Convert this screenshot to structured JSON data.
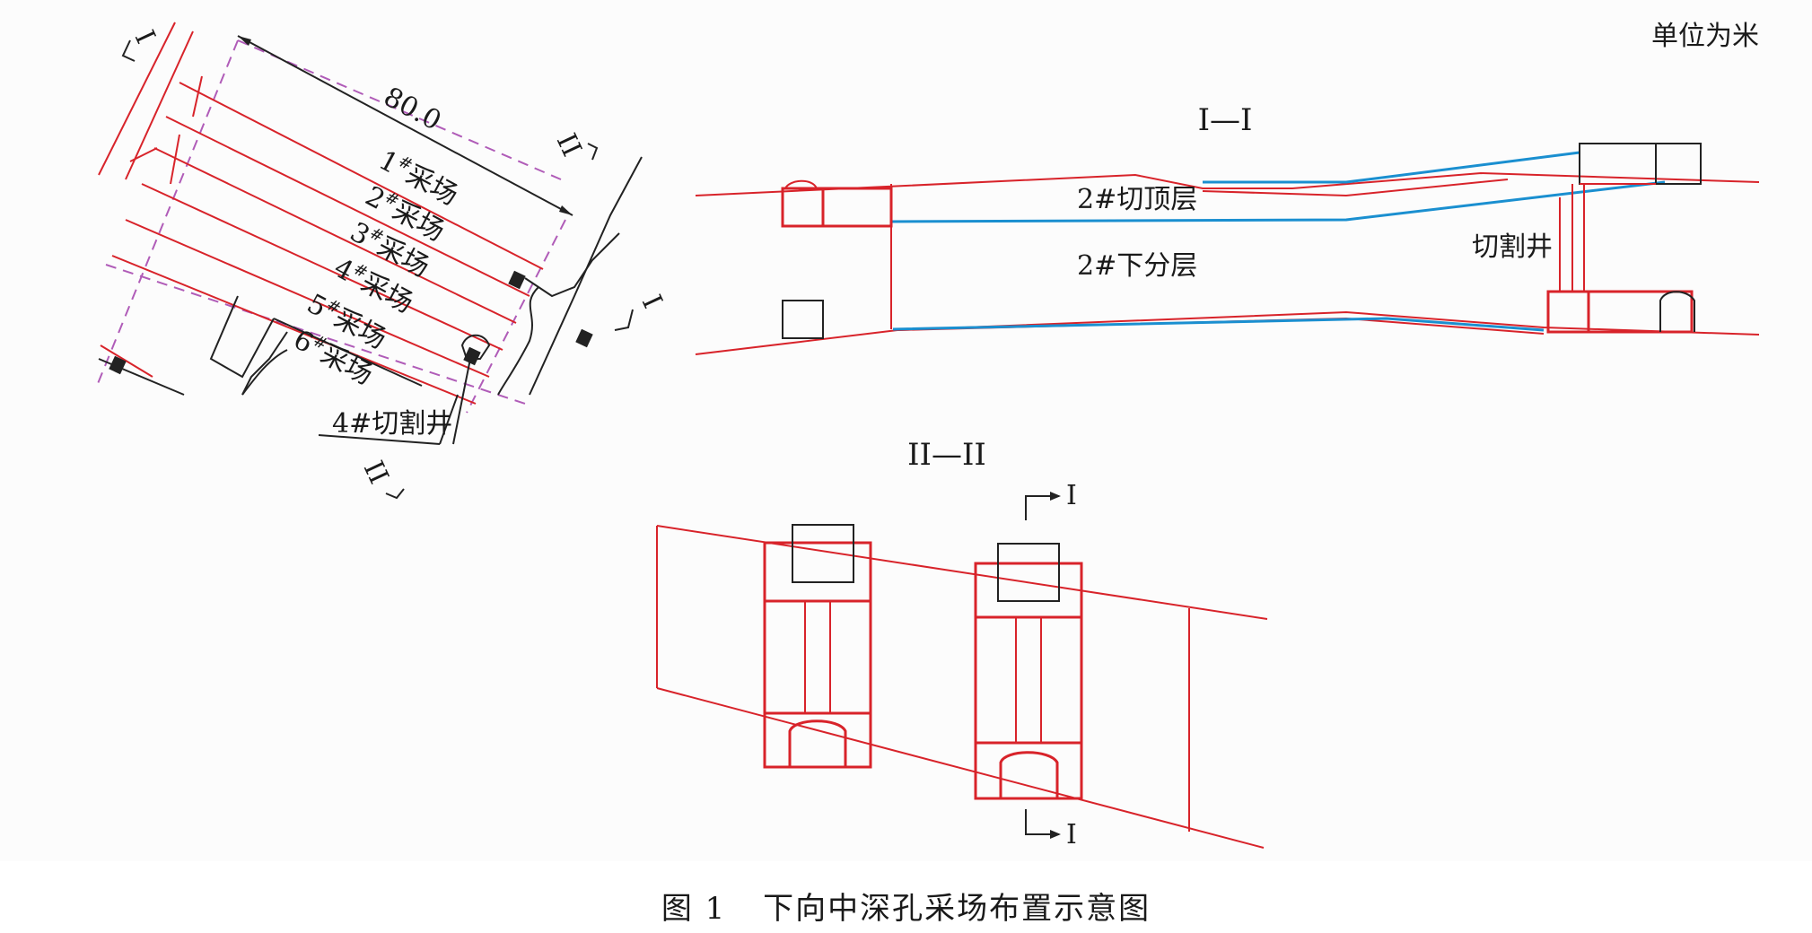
{
  "figure": {
    "unit_note": "单位为米",
    "plan": {
      "dimension": "80.0",
      "stopes": [
        "1",
        "2",
        "3",
        "4",
        "5",
        "6"
      ],
      "stope_suffix": "采场",
      "cut_raise": "4#切割井",
      "section_marks": {
        "i": "I",
        "ii": "II"
      }
    },
    "section_1": {
      "title": "I—I",
      "roof_layer": "2#切顶层",
      "lower_layer": "2#下分层",
      "cut_raise": "切割井"
    },
    "section_2": {
      "title": "II—II",
      "marker_i": "I"
    },
    "colors": {
      "drift": "#d8232a",
      "outline": "#222222",
      "layer": "#1a8fd0",
      "boundary": "#b05cb8"
    }
  },
  "caption": {
    "number": "图 1",
    "text": "下向中深孔采场布置示意图"
  }
}
